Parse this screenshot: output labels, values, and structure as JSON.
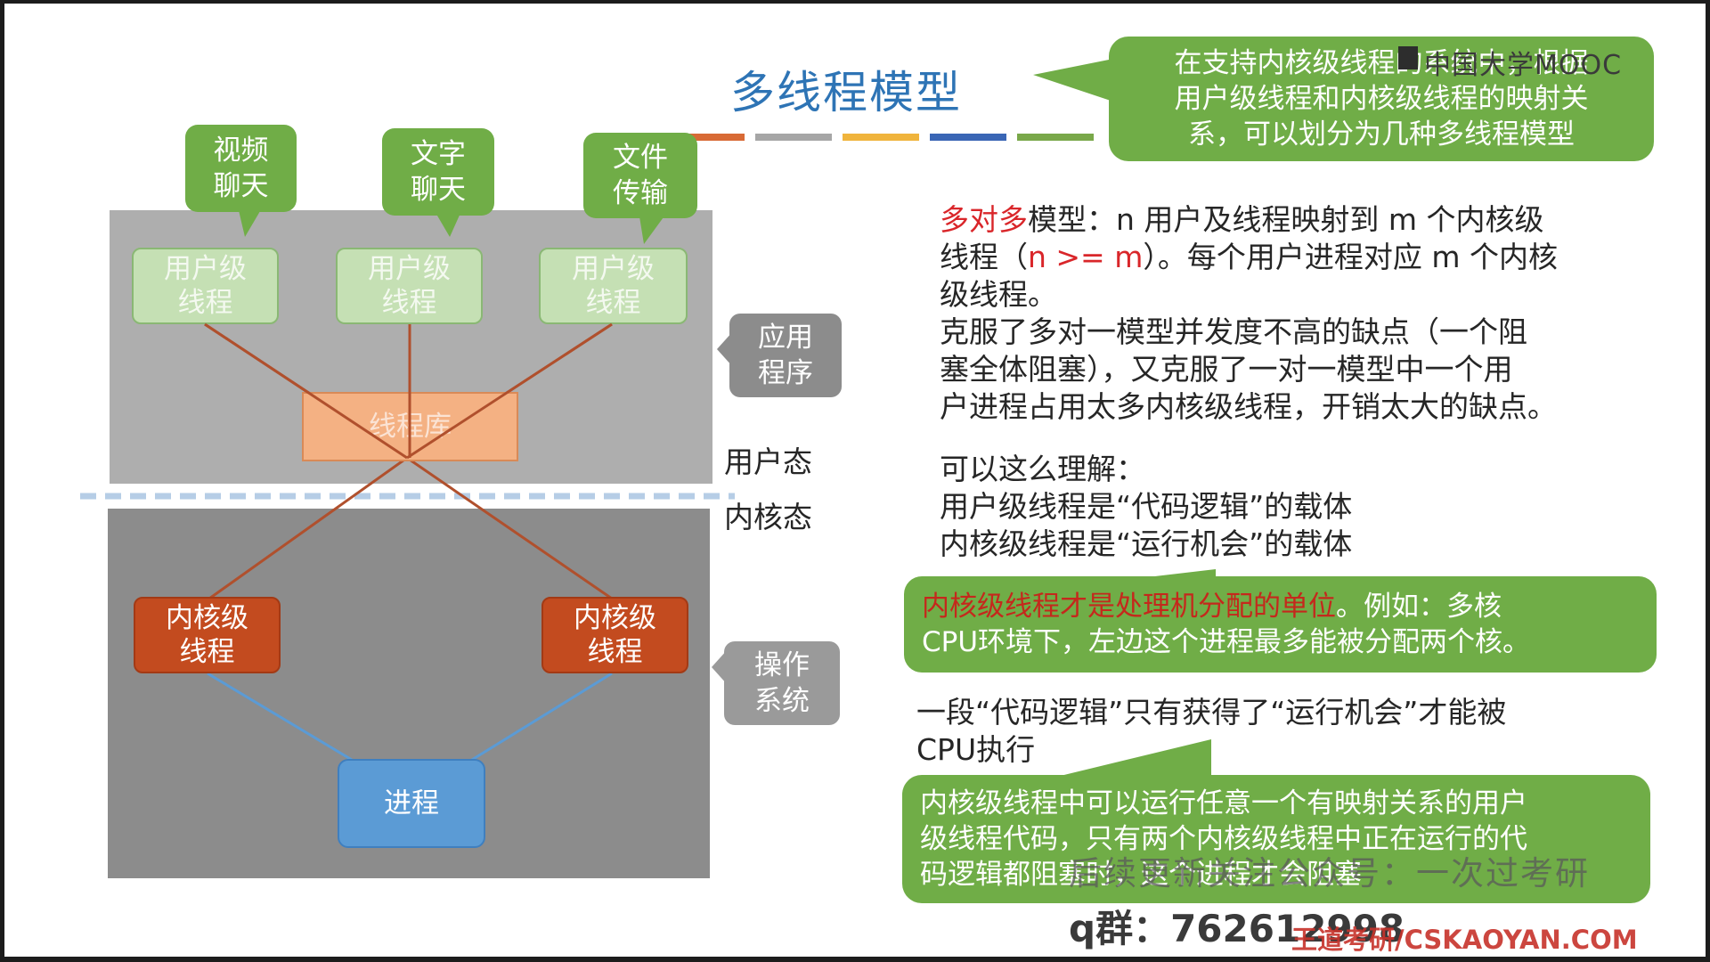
{
  "slide": {
    "title": "多线程模型",
    "watermark_logo": "中国大学MOOC",
    "color_bars": [
      "#d86a35",
      "#a6a6a6",
      "#f0b43c",
      "#3a66b5",
      "#79a84a"
    ]
  },
  "diagram": {
    "apps": [
      "视频\n聊天",
      "文字\n聊天",
      "文件\n传输"
    ],
    "user_threads": [
      "用户级\n线程",
      "用户级\n线程",
      "用户级\n线程"
    ],
    "thread_library": "线程库",
    "label_app": "应用\n程序",
    "label_user_mode": "用户态",
    "label_kernel_mode": "内核态",
    "kernel_threads": [
      "内核级\n线程",
      "内核级\n线程"
    ],
    "process": "进程",
    "label_os": "操作\n系统"
  },
  "callouts": {
    "top_right": "在支持内核级线程的系统中，根据\n用户级线程和内核级线程的映射关\n系，可以划分为几种多线程模型",
    "middle_highlight": "内核级线程才是处理机分配的单位",
    "middle_rest_line1": "。例如：多核",
    "middle_line2": "CPU环境下，左边这个进程最多能被分配两个核。",
    "bottom": "内核级线程中可以运行任意一个有映射关系的用户\n级线程代码，只有两个内核级线程中正在运行的代\n码逻辑都阻塞时，这个进程才会阻塞"
  },
  "text": {
    "model_name": "多对多",
    "line1_rest": "模型：n 用户及线程映射到 m 个内核级",
    "line2_a": "线程（",
    "line2_b": "n >= m",
    "line2_c": "）。每个用户进程对应 m 个内核",
    "line3": "级线程。",
    "line4": "克服了多对一模型并发度不高的缺点（一个阻",
    "line5": "塞全体阻塞），又克服了一对一模型中一个用",
    "line6": "户进程占用太多内核级线程，开销太大的缺点。",
    "understand_1": "可以这么理解：",
    "understand_2": "用户级线程是“代码逻辑”的载体",
    "understand_3": "内核级线程是“运行机会”的载体",
    "exec_1": "一段“代码逻辑”只有获得了“运行机会”才能被",
    "exec_2": "CPU执行"
  },
  "overlay": {
    "follow_text": "后续更新关注公众号：一次过考研",
    "qq_label": "q群：",
    "qq_number": "762612998",
    "site": "王道考研/CSKAOYAN.COM"
  }
}
